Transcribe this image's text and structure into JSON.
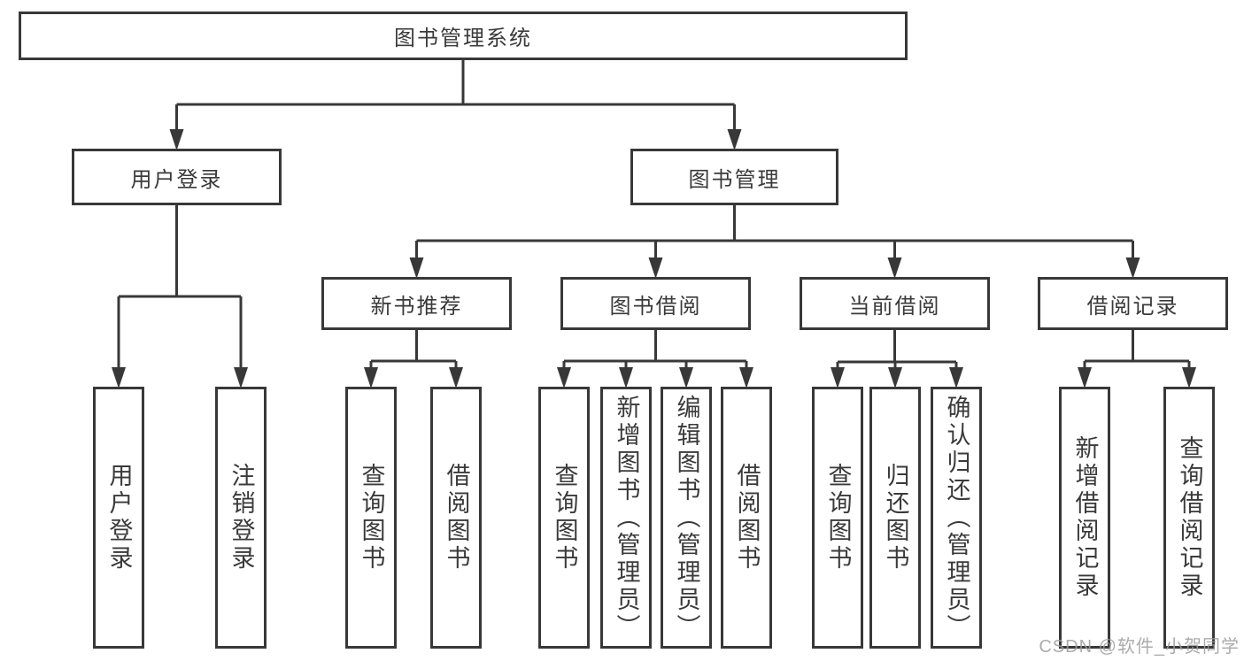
{
  "diagram": {
    "root": {
      "label": "图书管理系统"
    },
    "branches": [
      {
        "label": "用户登录",
        "children": [
          {
            "label": "用户登录"
          },
          {
            "label": "注销登录"
          }
        ]
      },
      {
        "label": "图书管理",
        "children": [
          {
            "label": "新书推荐",
            "children": [
              {
                "label": "查询图书"
              },
              {
                "label": "借阅图书"
              }
            ]
          },
          {
            "label": "图书借阅",
            "children": [
              {
                "label": "查询图书"
              },
              {
                "label": "新增图书（管理员）"
              },
              {
                "label": "编辑图书（管理员）"
              },
              {
                "label": "借阅图书"
              }
            ]
          },
          {
            "label": "当前借阅",
            "children": [
              {
                "label": "查询图书"
              },
              {
                "label": "归还图书"
              },
              {
                "label": "确认归还（管理员）"
              }
            ]
          },
          {
            "label": "借阅记录",
            "children": [
              {
                "label": "新增借阅记录"
              },
              {
                "label": "查询借阅记录"
              }
            ]
          }
        ]
      }
    ]
  },
  "watermark": {
    "text": "CSDN @软件_小贺同学"
  },
  "colors": {
    "line": "#383838",
    "text": "#3a3a3a",
    "watermark": "#9d9d9d",
    "background": "#ffffff"
  }
}
